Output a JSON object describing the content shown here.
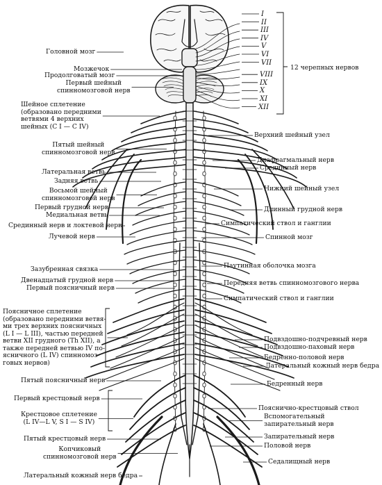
{
  "labels_left": [
    {
      "id": "brain",
      "text": "Головной мозг"
    },
    {
      "id": "cerebellum",
      "text": "Мозжечок"
    },
    {
      "id": "medulla",
      "text": "Продолговатый мозг"
    },
    {
      "id": "first_cervical",
      "lines": [
        "Первый шейный",
        "спинномозговой нерв"
      ]
    },
    {
      "id": "cervical_plexus",
      "lines": [
        "Шейное сплетение",
        "(образовано передними",
        "ветвями 4 верхних",
        "шейных (C I — C IV)"
      ]
    },
    {
      "id": "fifth_cervical",
      "lines": [
        "Пятый шейный",
        "спинномозговой нерв"
      ]
    },
    {
      "id": "lateral_branch",
      "text": "Латеральная ветвь"
    },
    {
      "id": "posterior_branch",
      "text": "Задняя ветвь"
    },
    {
      "id": "eighth_cervical",
      "lines": [
        "Восьмой шейный",
        "спинномозговой нерв"
      ]
    },
    {
      "id": "first_thoracic",
      "text": "Первый грудной нерв"
    },
    {
      "id": "medial_branch",
      "text": "Медиальная ветвь"
    },
    {
      "id": "median_ulnar",
      "text": "Срединный нерв и локтевой нерв"
    },
    {
      "id": "radial",
      "text": "Лучевой нерв"
    },
    {
      "id": "denticulate",
      "text": "Зазубренная связка"
    },
    {
      "id": "twelfth_thoracic",
      "text": "Двенадцатый грудной нерв"
    },
    {
      "id": "first_lumbar",
      "text": "Первый поясничный нерв"
    },
    {
      "id": "lumbar_plexus",
      "lines": [
        "Поясничное сплетение",
        "(образовано передними ветвя-",
        "ми трех верхних поясничных",
        "(L I — L III), частью передней",
        "ветви XII грудного (Th XII), а",
        "также передней ветвью IV по-",
        "ясничного (L IV) спинномоз-",
        "говых нервов)"
      ]
    },
    {
      "id": "fifth_lumbar",
      "text": "Пятый поясничный нерв"
    },
    {
      "id": "first_sacral",
      "text": "Первый крестцовый нерв"
    },
    {
      "id": "sacral_plexus",
      "lines": [
        "Крестцовое сплетение",
        "(L IV—L V, S I — S IV)"
      ]
    },
    {
      "id": "fifth_sacral",
      "text": "Пятый крестцовый нерв"
    },
    {
      "id": "coccygeal",
      "lines": [
        "Копчиковый",
        "спинномозговой нерв"
      ]
    },
    {
      "id": "lateral_cutaneous_femoral_left",
      "text": "Латеральный кожный нерв бедра"
    }
  ],
  "labels_right": [
    {
      "id": "twelve_cranial",
      "text": "12 черепных нервов"
    },
    {
      "id": "superior_cervical_ganglion",
      "text": "Верхний шейный узел"
    },
    {
      "id": "phrenic",
      "text": "Диафрагмальный нерв"
    },
    {
      "id": "median",
      "text": "Срединный нерв"
    },
    {
      "id": "inferior_cervical_ganglion",
      "text": "Нижний шейный узел"
    },
    {
      "id": "long_thoracic",
      "text": "Длинный грудной нерв"
    },
    {
      "id": "sympathetic_trunk_1",
      "text": "Симпатический ствол и ганглии"
    },
    {
      "id": "spinal_cord",
      "text": "Спинной мозг"
    },
    {
      "id": "arachnoid",
      "text": "Паутинная оболочка мозга"
    },
    {
      "id": "anterior_branch",
      "text": "Передняя ветвь спинномозгового нерва"
    },
    {
      "id": "sympathetic_trunk_2",
      "text": "Симпатический ствол и ганглии"
    },
    {
      "id": "iliohypogastric",
      "text": "Подвздошно-подчревный нерв"
    },
    {
      "id": "ilioinguinal",
      "text": "Подвздошно-паховый нерв"
    },
    {
      "id": "genitofemoral",
      "text": "Бедренно-половой нерв"
    },
    {
      "id": "lateral_cutaneous_femoral_right",
      "text": "Латеральный кожный нерв бедра"
    },
    {
      "id": "femoral",
      "text": "Бедренный нерв"
    },
    {
      "id": "lumbosacral_trunk",
      "text": "Пояснично-крестцовый ствол"
    },
    {
      "id": "accessory_obturator",
      "lines": [
        "Вспомогательный",
        "запирательный нерв"
      ]
    },
    {
      "id": "obturator",
      "text": "Запирательный нерв"
    },
    {
      "id": "pudendal",
      "text": "Половой нерв"
    },
    {
      "id": "sciatic",
      "text": "Седалищный нерв"
    }
  ],
  "cranial_numerals": [
    "I",
    "II",
    "III",
    "IV",
    "V",
    "VI",
    "VII",
    "VIII",
    "IX",
    "X",
    "XI",
    "XII"
  ]
}
